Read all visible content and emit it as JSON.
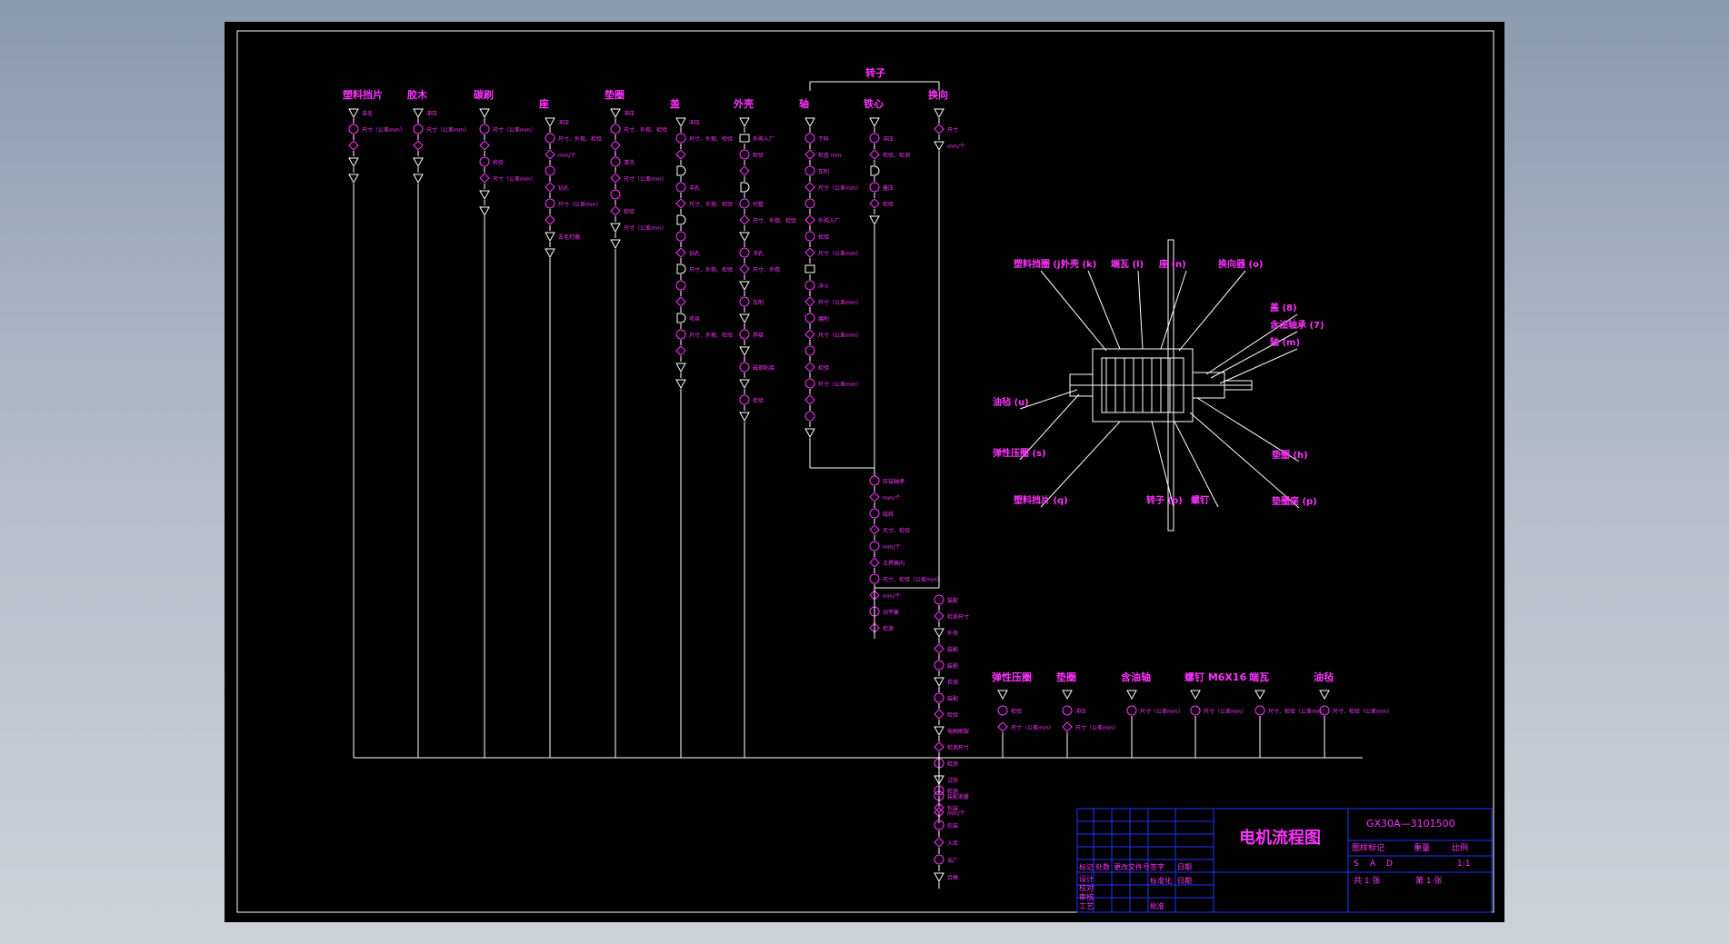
{
  "colors": {
    "line": "#ffffff",
    "accent": "#ff33ff",
    "background": "#000000",
    "frame": "#2233ff"
  },
  "columns": [
    {
      "title": "塑料挡片",
      "steps": [
        "V",
        "O",
        "D",
        "V",
        "V"
      ],
      "notes": [
        "去毛",
        "尺寸（公差mm）",
        "",
        "",
        ""
      ]
    },
    {
      "title": "胶木",
      "steps": [
        "V",
        "O",
        "D",
        "V",
        "V"
      ],
      "notes": [
        "冲压",
        "尺寸（公差mm）",
        "",
        "",
        ""
      ]
    },
    {
      "title": "碳刷",
      "steps": [
        "V",
        "O",
        "D",
        "O",
        "D",
        "V",
        "V"
      ],
      "notes": [
        "",
        "尺寸（公差mm）",
        "",
        "检验",
        "尺寸（公差mm）",
        "",
        ""
      ]
    },
    {
      "title": "座",
      "steps": [
        "V",
        "O",
        "D",
        "O",
        "D",
        "O",
        "D",
        "V",
        "V"
      ],
      "notes": [
        "冲压",
        "尺寸、外观、检验",
        "mm/个",
        "",
        "钻孔",
        "尺寸（公差mm）",
        "",
        "去毛打磨",
        "",
        ""
      ]
    },
    {
      "title": "垫圈",
      "steps": [
        "V",
        "O",
        "D",
        "O",
        "D",
        "O",
        "D",
        "V",
        "V"
      ],
      "notes": [
        "冲压",
        "尺寸、外观、检验",
        "",
        "清洗",
        "尺寸（公差mm）",
        "",
        "检验",
        "尺寸（公差mm）",
        ""
      ]
    },
    {
      "title": "盖",
      "steps": [
        "V",
        "O",
        "D",
        "B",
        "O",
        "D",
        "B",
        "O",
        "D",
        "B",
        "O",
        "D",
        "B",
        "O",
        "D",
        "V",
        "V"
      ],
      "notes": [
        "冲压",
        "尺寸、外观、检验",
        "",
        "",
        "冲孔",
        "尺寸、外观、检验",
        "",
        "",
        "钻孔",
        "尺寸、外观、检验",
        "",
        "",
        "攻丝",
        "尺寸、外观、检验",
        "",
        "",
        ""
      ]
    },
    {
      "title": "外壳",
      "steps": [
        "V",
        "C",
        "O",
        "D",
        "B",
        "O",
        "D",
        "V",
        "O",
        "D",
        "V",
        "O",
        "V",
        "O",
        "V",
        "O",
        "V",
        "O",
        "V"
      ],
      "notes": [
        "",
        "外购入厂",
        "检验",
        "",
        "",
        "切管",
        "尺寸、外观、检验",
        "",
        "冲孔",
        "尺寸、外观",
        "",
        "车削",
        "",
        "焊接",
        "",
        "磁钢粘接",
        "",
        "检验",
        ""
      ]
    },
    {
      "title": "轴",
      "steps": [
        "V",
        "O",
        "D",
        "O",
        "D",
        "O",
        "D",
        "O",
        "D",
        "C",
        "O",
        "D",
        "O",
        "D",
        "O",
        "D",
        "O",
        "D",
        "O",
        "V"
      ],
      "notes": [
        "",
        "下料",
        "检查 mm",
        "车削",
        "尺寸（公差mm）",
        "",
        "外购入厂",
        "检验",
        "尺寸（公差mm）",
        "",
        "淬火",
        "尺寸（公差mm）",
        "磨削",
        "尺寸（公差mm）",
        "",
        "检验",
        "尺寸（公差mm）",
        "",
        "",
        ""
      ]
    },
    {
      "title": "铁心",
      "steps": [
        "V",
        "O",
        "D",
        "B",
        "O",
        "D",
        "V"
      ],
      "notes": [
        "",
        "冲压",
        "检验、检测",
        "",
        "叠压",
        "检验",
        ""
      ]
    },
    {
      "title": "换向",
      "steps": [
        "V",
        "D",
        "V"
      ],
      "notes": [
        "",
        "尺寸",
        "mm/个"
      ]
    }
  ],
  "group_label": "转子",
  "rotor_assembly_notes": [
    "压装轴承",
    "mm/个",
    "绕线",
    "尺寸、检验",
    "mm/个",
    "点焊换向",
    "尺寸、检验（公差mm）",
    "mm/个",
    "动平衡",
    "检测"
  ],
  "main_line_notes": [
    "装配",
    "检测尺寸",
    "外壳",
    "装配",
    "装配",
    "检测",
    "装配",
    "检验",
    "电刷刷架",
    "检测尺寸",
    "检测",
    "试验",
    "装配测量",
    "mm/个"
  ],
  "bottom_columns": [
    {
      "title": "弹性压圈",
      "notes": [
        "",
        "检验",
        "尺寸（公差mm）"
      ]
    },
    {
      "title": "垫圈",
      "notes": [
        "",
        "冲压",
        "尺寸（公差mm）"
      ]
    },
    {
      "title": "含油轴",
      "notes": [
        "",
        "尺寸（公差mm）"
      ]
    },
    {
      "title": "螺钉 M6X16",
      "notes": [
        "",
        "尺寸（公差mm）"
      ]
    },
    {
      "title": "端瓦",
      "notes": [
        "",
        "尺寸、检验（公差mm）"
      ]
    },
    {
      "title": "油毡",
      "notes": [
        "",
        "尺寸、检验（公差mm）"
      ]
    }
  ],
  "final_notes": [
    "检测",
    "包装",
    "包装",
    "入库",
    "出厂",
    "合格"
  ],
  "parts_labels": [
    "塑料挡圈 (j)",
    "外壳 (k)",
    "端瓦 (l)",
    "座 (n)",
    "换向器 (o)",
    "盖 (8)",
    "含油轴承 (7)",
    "轴 (m)",
    "油毡 (u)",
    "弹性压圈 (s)",
    "塑料挡片 (q)",
    "转子 (b)",
    "螺钉",
    "垫圈 (h)",
    "垫圈座 (p)"
  ],
  "title_block": {
    "title": "电机流程图",
    "code": "GX30A—3101500",
    "headers": [
      "标记",
      "处数",
      "更改文件号",
      "签字",
      "日期"
    ],
    "stage_header": "图样标记",
    "weight": "重量",
    "scale_label": "比例",
    "scale": "1:1",
    "stages": [
      "S",
      "A",
      "D"
    ],
    "sheet_total": "共 1 张",
    "sheet_no": "第 1 张",
    "roles": [
      "设计",
      "校对",
      "审核",
      "工艺"
    ],
    "std": "标准化",
    "approve": "批准",
    "date": "日期"
  }
}
